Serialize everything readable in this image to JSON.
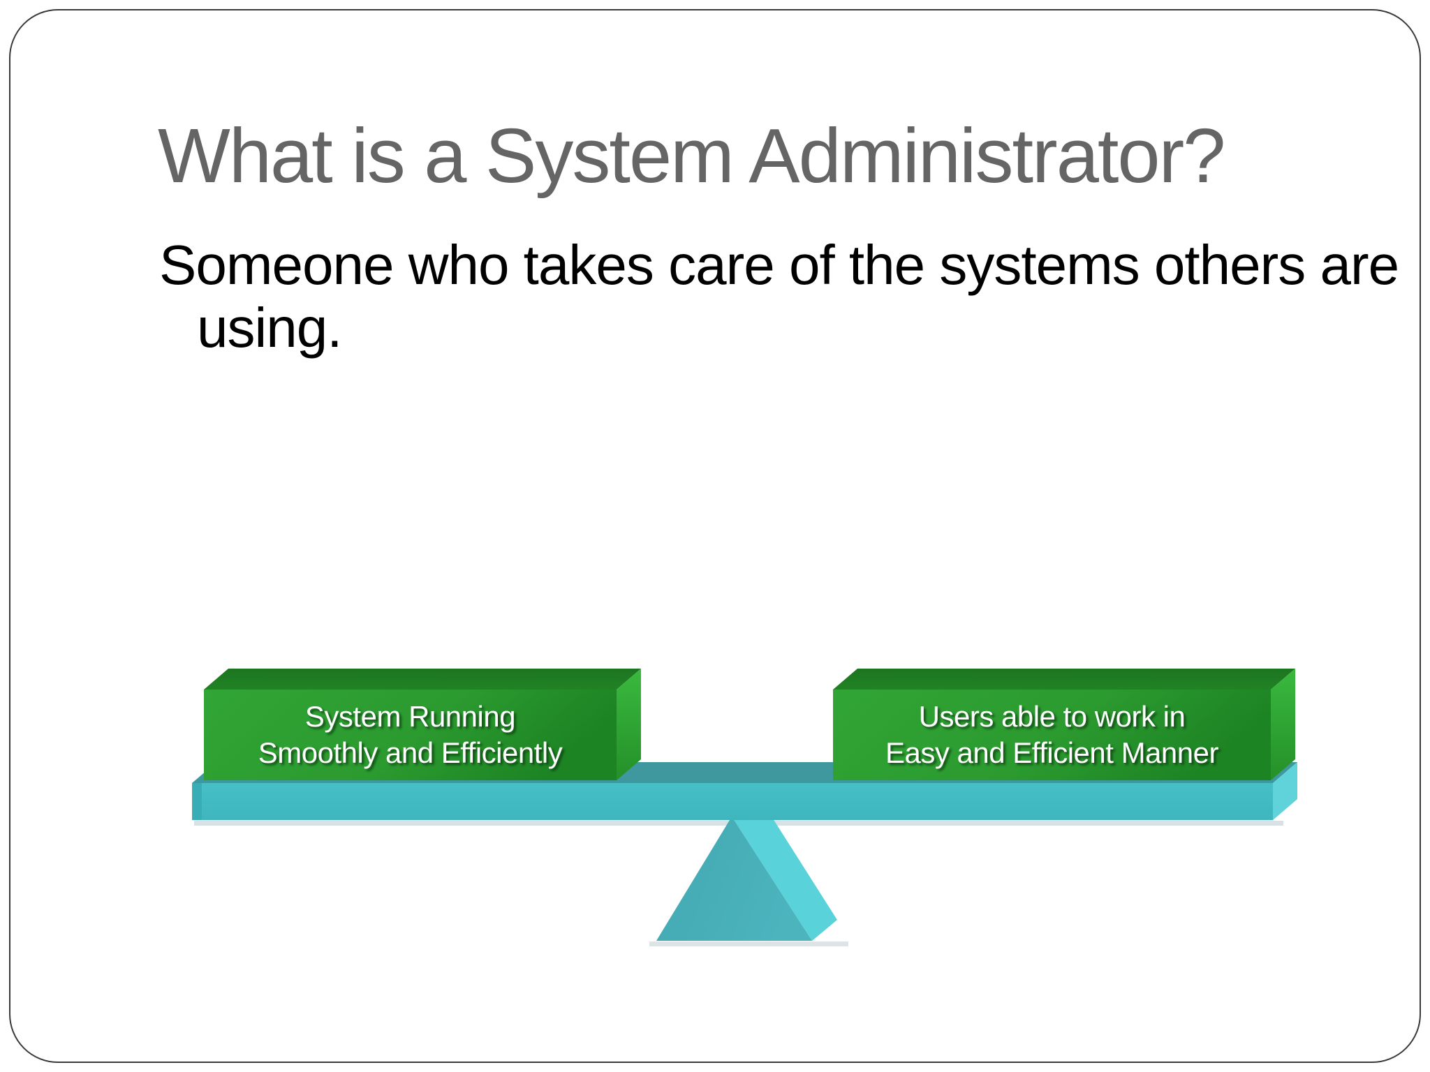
{
  "slide": {
    "title": "What is a System Administrator?",
    "body": {
      "text": "Someone who takes care of the systems others are using.",
      "line1": "Someone who takes care of the systems others are",
      "line2": "using."
    }
  },
  "diagram": {
    "type": "balance-seesaw",
    "left_weight": {
      "text": "System Running Smoothly and Efficiently",
      "line1": "System Running",
      "line2": "Smoothly and Efficiently"
    },
    "right_weight": {
      "text": "Users able to work in Easy and Efficient Manner",
      "line1": "Users able to work in",
      "line2": "Easy and Efficient Manner"
    },
    "colors": {
      "box_front_green": "#2b9a2f",
      "box_top_green": "#1e7b20",
      "box_side_green": "#35b438",
      "beam_front_teal": "#43bcc3",
      "beam_top_teal": "#3e989e",
      "beam_side_teal": "#60d3da",
      "fulcrum_front_teal": "#47afb8",
      "fulcrum_side_teal": "#59d2da",
      "box_text": "#ffffff",
      "title_gray": "#656565",
      "body_black": "#000000",
      "frame_border": "#3a3a3a"
    }
  }
}
